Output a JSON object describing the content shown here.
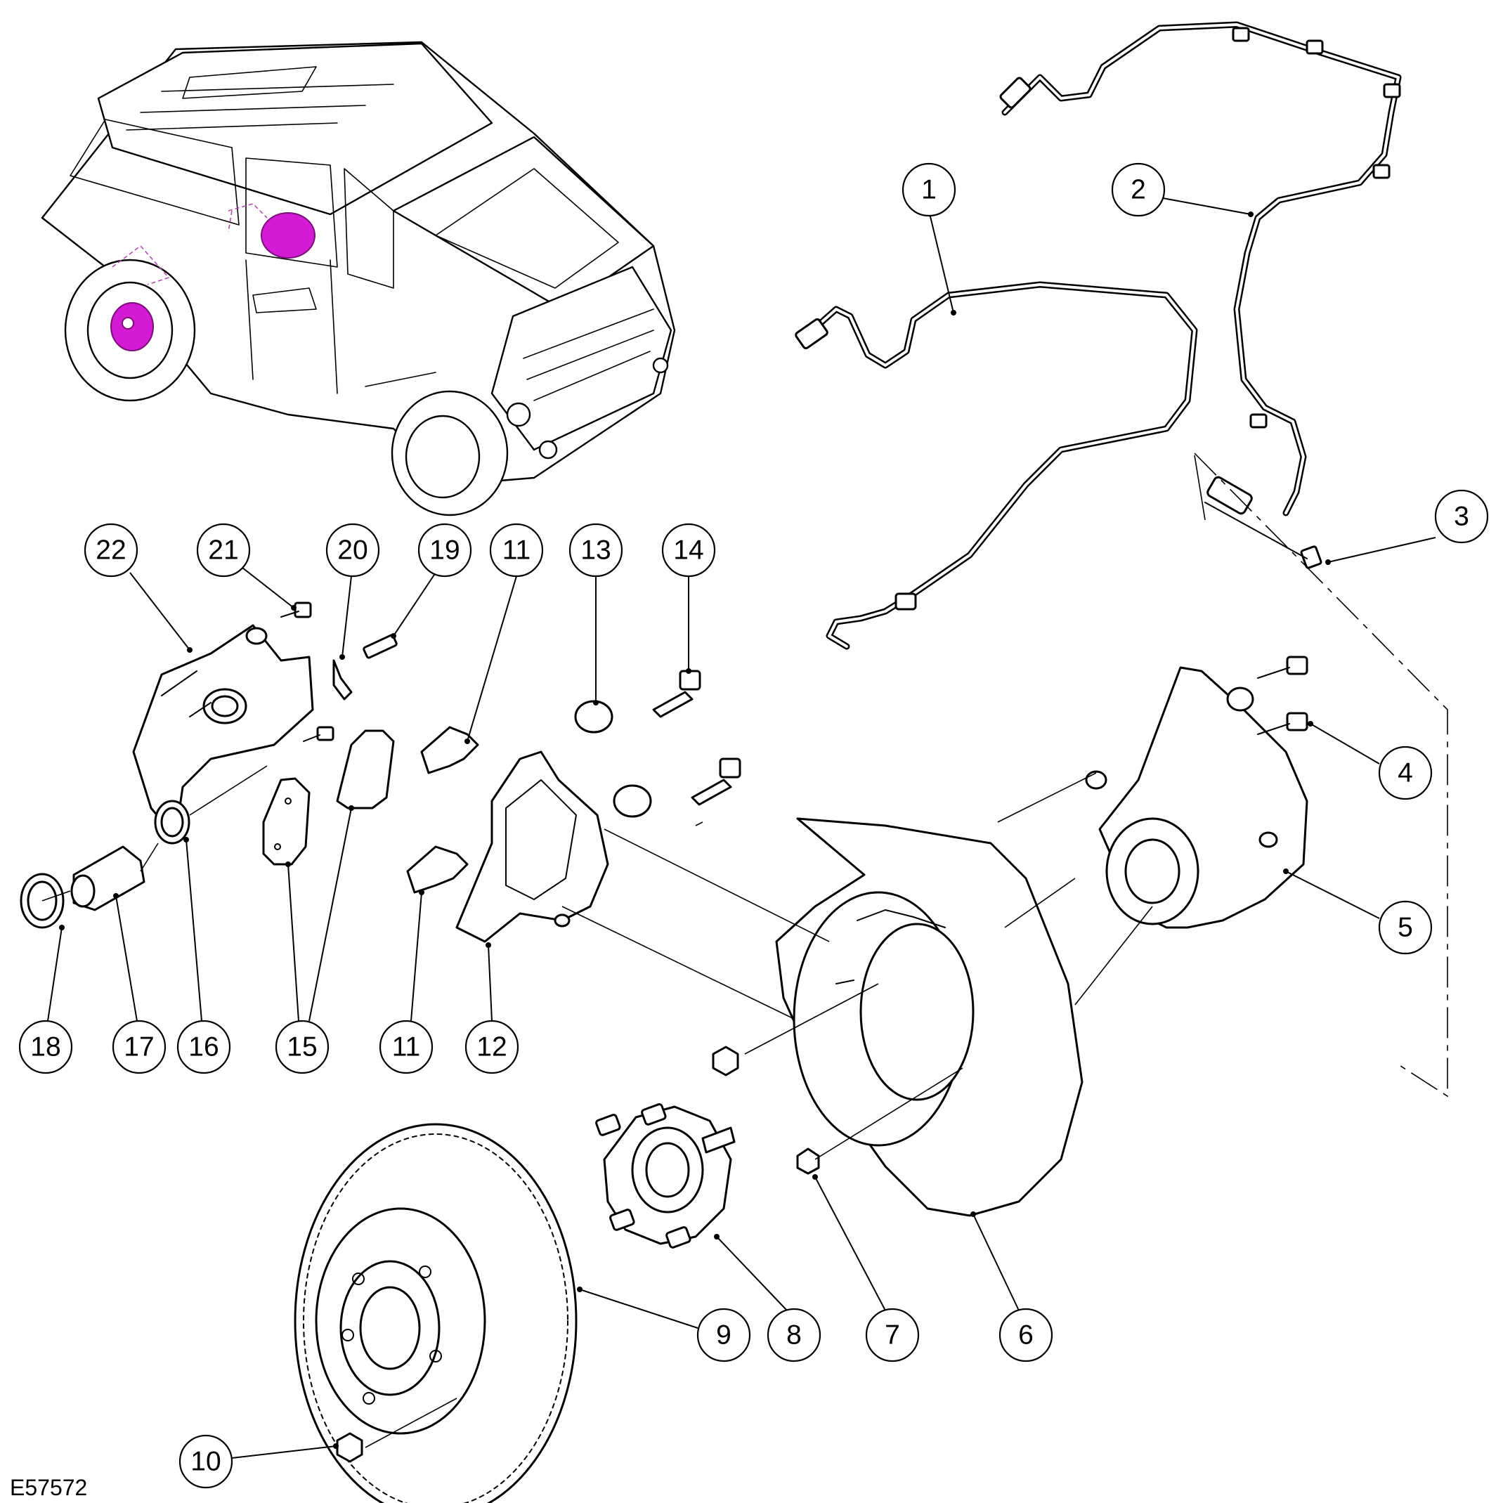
{
  "figure_ref": "E57572",
  "callouts": [
    "1",
    "2",
    "3",
    "4",
    "5",
    "6",
    "7",
    "8",
    "9",
    "10",
    "11",
    "12",
    "13",
    "14",
    "15",
    "16",
    "17",
    "18",
    "19",
    "20",
    "21",
    "22"
  ],
  "callout_11b": "11",
  "colors": {
    "highlight": "#d21bd2",
    "line": "#000000",
    "background": "#ffffff"
  }
}
